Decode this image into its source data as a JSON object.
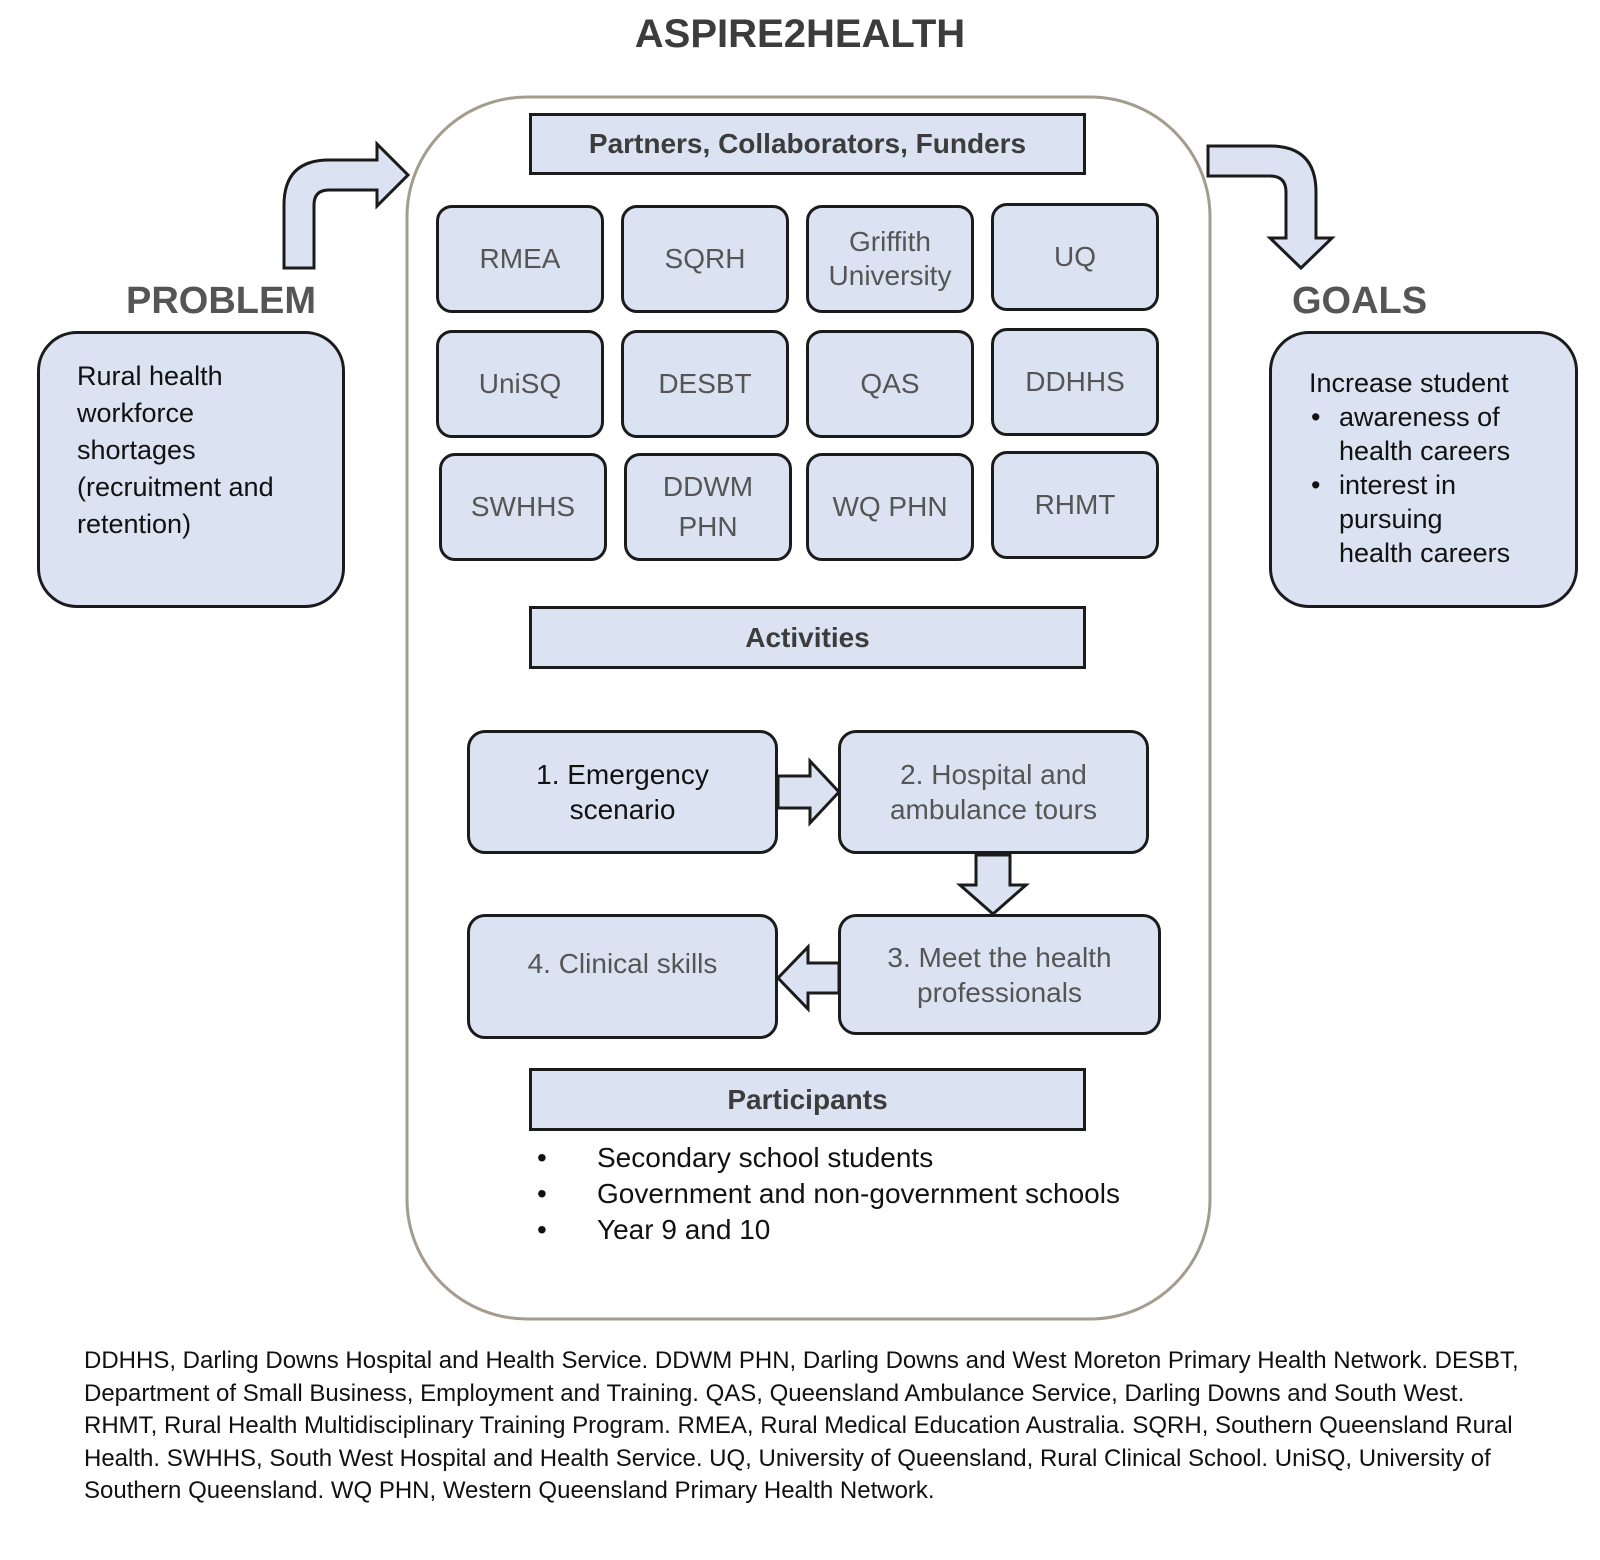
{
  "title": "ASPIRE2HEALTH",
  "problem": {
    "label": "PROBLEM",
    "text_lines": [
      "Rural health",
      "workforce",
      "shortages",
      "(recruitment and",
      "retention)"
    ]
  },
  "goals": {
    "label": "GOALS",
    "intro": "Increase student",
    "items": [
      [
        "awareness of",
        "health careers"
      ],
      [
        "interest in",
        "pursuing",
        "health careers"
      ]
    ]
  },
  "partners": {
    "header": "Partners, Collaborators, Funders",
    "items": [
      "RMEA",
      "SQRH",
      "Griffith University",
      "UQ",
      "UniSQ",
      "DESBT",
      "QAS",
      "DDHHS",
      "SWHHS",
      "DDWM PHN",
      "WQ PHN",
      "RHMT"
    ]
  },
  "activities": {
    "header": "Activities",
    "steps": [
      "1. Emergency scenario",
      "2. Hospital and ambulance tours",
      "3. Meet the health professionals",
      "4. Clinical skills"
    ]
  },
  "participants": {
    "header": "Participants",
    "bullet": "•",
    "items": [
      "Secondary school students",
      "Government and non-government schools",
      "Year 9 and 10"
    ]
  },
  "footnote": "DDHHS, Darling Downs Hospital and Health Service. DDWM PHN, Darling Downs and West Moreton Primary Health Network. DESBT, Department of Small Business, Employment and Training. QAS, Queensland Ambulance Service, Darling Downs and South West. RHMT, Rural Health Multidisciplinary Training Program. RMEA, Rural Medical Education Australia. SQRH, Southern Queensland Rural Health. SWHHS, South West Hospital and Health Service. UQ, University of Queensland, Rural Clinical School. UniSQ, University of Southern Queensland. WQ PHN, Western Queensland Primary Health Network.",
  "colors": {
    "box_fill": "#dbe3f3",
    "box_stroke": "#1b1b1b",
    "container_stroke": "#a49c8e",
    "heading_text": "#3c3c3c",
    "muted_text": "#555555"
  }
}
